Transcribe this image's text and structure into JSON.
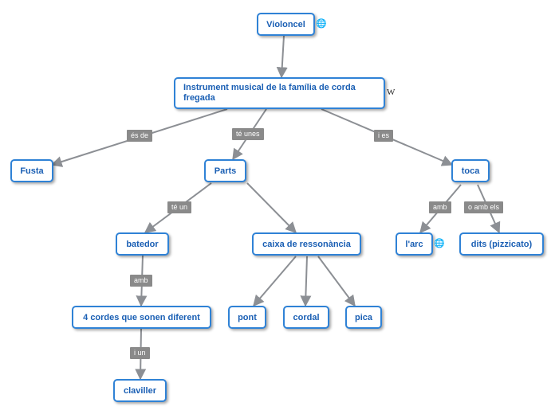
{
  "nodes": {
    "violoncel": "Violoncel",
    "instrument": "Instrument musical de la família de corda fregada",
    "fusta": "Fusta",
    "parts": "Parts",
    "toca": "toca",
    "batedor": "batedor",
    "caixa": "caixa de ressonància",
    "arc": "l'arc",
    "dits": "dits (pizzicato)",
    "cordes": "4 cordes que sonen diferent",
    "pont": "pont",
    "cordal": "cordal",
    "pica": "pica",
    "claviller": "claviller"
  },
  "links": {
    "es_de": "és de",
    "te_unes": "té unes",
    "i_es": "i es",
    "te_un": "té un",
    "amb_arc": "amb",
    "o_amb_els": "o amb els",
    "amb_cordes": "amb",
    "i_un": "i un"
  },
  "icons": {
    "link": "globe-icon",
    "wikipedia": "wikipedia-icon",
    "wikipedia_glyph": "W"
  },
  "colors": {
    "node_border": "#2f82d6",
    "node_text": "#1a5fb4",
    "connector": "#8c8f94",
    "label_bg": "#8a8a8a"
  }
}
